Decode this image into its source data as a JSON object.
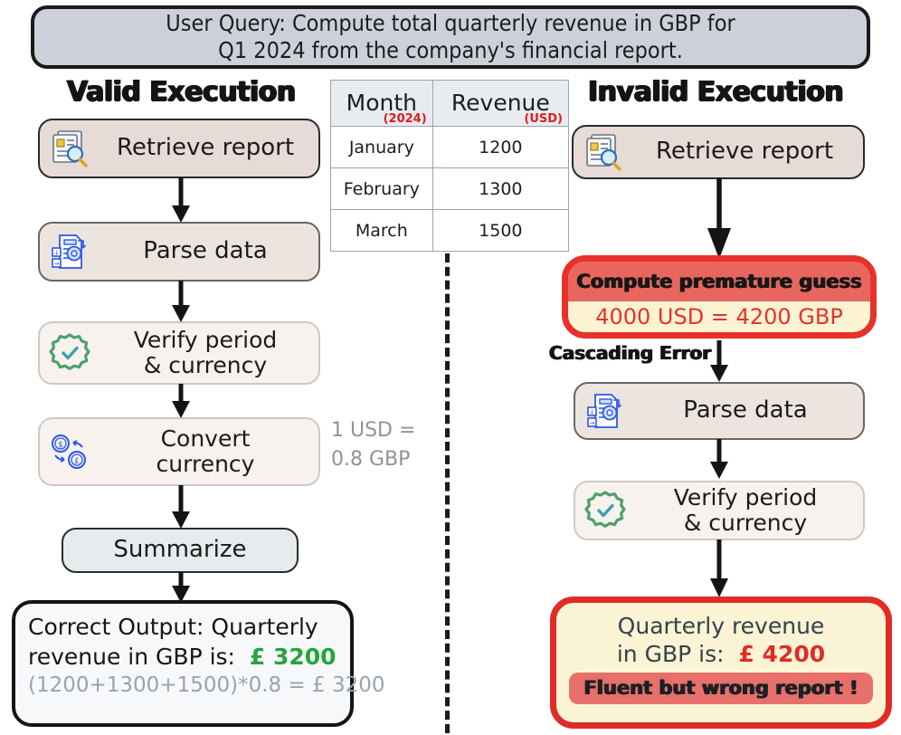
{
  "query": {
    "line1": "User Query: Compute total quarterly revenue in GBP for",
    "line2": "Q1 2024 from the company's financial report."
  },
  "columns": {
    "valid_title": "Valid Execution",
    "invalid_title": "Invalid Execution"
  },
  "table": {
    "headers": [
      {
        "main": "Month",
        "sub": "(2024)"
      },
      {
        "main": "Revenue",
        "sub": "(USD)"
      }
    ],
    "rows": [
      {
        "month": "January",
        "revenue": "1200"
      },
      {
        "month": "February",
        "revenue": "1300"
      },
      {
        "month": "March",
        "revenue": "1500"
      }
    ]
  },
  "valid_flow": {
    "retrieve": "Retrieve report",
    "parse": "Parse data",
    "verify_l1": "Verify period",
    "verify_l2": "& currency",
    "convert_l1": "Convert",
    "convert_l2": "currency",
    "summarize": "Summarize"
  },
  "fx_note": {
    "line1": "1 USD =",
    "line2": "0.8 GBP"
  },
  "invalid_flow": {
    "retrieve": "Retrieve report",
    "premature_title": "Compute premature guess",
    "premature_value": "4000 USD = 4200 GBP",
    "cascade_label": "Cascading Error",
    "parse": "Parse data",
    "verify_l1": "Verify period",
    "verify_l2": "& currency"
  },
  "correct_output": {
    "line1": "Correct Output: Quarterly",
    "line2_prefix": "revenue in GBP is:",
    "amount": "£ 3200",
    "calc": "(1200+1300+1500)*0.8 = £ 3200"
  },
  "wrong_output": {
    "line1": "Quarterly revenue",
    "line2_prefix": "in GBP is:",
    "amount": "£ 4200",
    "banner": "Fluent but wrong report !"
  },
  "colors": {
    "query_bg": "#ccd1d9",
    "retrieve_bg": "#e6dbd6",
    "parse_bg": "#ece4df",
    "verify_bg": "#f7f2ee",
    "summarize_bg": "#e6ebee",
    "error_red": "#e02b26",
    "error_head": "#e8665e",
    "error_body": "#fbf4d4",
    "ok_green": "#27a33f",
    "muted_gray": "#9aa3ad",
    "table_header_bg": "#e7ecf0",
    "table_sub_red": "#e01b1b"
  }
}
